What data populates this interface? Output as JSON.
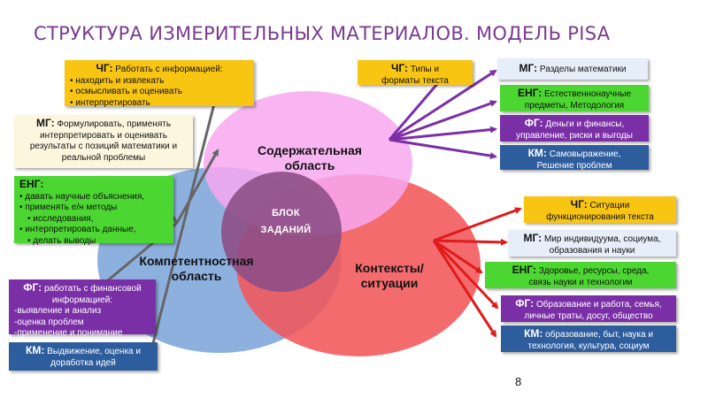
{
  "title": "СТРУКТУРА ИЗМЕРИТЕЛЬНЫХ МАТЕРИАЛОВ. МОДЕЛЬ  PISA",
  "page_number": "8",
  "areas": {
    "content": [
      "Содержательная",
      "область"
    ],
    "competence": [
      "Компетентностная",
      "область"
    ],
    "context": [
      "Контексты/",
      "ситуации"
    ],
    "core": [
      "БЛОК",
      "ЗАДАНИЙ"
    ]
  },
  "colors": {
    "title": "#7a3a8e",
    "content_circle": "#f7a8f0",
    "competence_circle": "#7ea5da",
    "context_circle": "#f2565a",
    "core_circle": "#8d4f86",
    "arrows_content": "#7b2fa7",
    "arrows_context": "#e01b1b",
    "arrows_competence": "#666666"
  },
  "left": {
    "chg": {
      "tag": "ЧГ:",
      "text": "Работать с информацией:",
      "items": [
        "находить и извлекать",
        "осмысливать и оценивать",
        "интерпретировать"
      ]
    },
    "mg": {
      "tag": "МГ:",
      "lines": [
        "Формулировать, применять",
        "интерпретировать и оценивать",
        "результаты с позиций математики и",
        "реальной проблемы"
      ]
    },
    "eng": {
      "tag": "ЕНГ:",
      "items": [
        "давать научные объяснения,",
        "применять е/н методы",
        "исследования,",
        "интерпретировать данные,",
        "делать выводы"
      ]
    },
    "fg": {
      "tag": "ФГ:",
      "text": "работать с финансовой",
      "lines": [
        "информацией:",
        "-выявление и анализ",
        "-оценка проблем",
        "-применение и понимание"
      ]
    },
    "km": {
      "tag": "КМ:",
      "text": "Выдвижение, оценка и",
      "line2": "доработка идей"
    }
  },
  "content_boxes": {
    "chg": {
      "tag": "ЧГ:",
      "text": "Типы и",
      "line2": "форматы текста"
    },
    "mg": {
      "tag": "МГ:",
      "text": "Разделы математики"
    },
    "eng": {
      "tag": "ЕНГ:",
      "text": "Естественнонаучные",
      "line2": "предметы, Методология"
    },
    "fg": {
      "tag": "ФГ:",
      "text": "Деньги и финансы,",
      "line2": "управление, риски и выгоды"
    },
    "km": {
      "tag": "КМ:",
      "text": "Самовыражение,",
      "line2": "Решение проблем"
    }
  },
  "context_boxes": {
    "chg": {
      "tag": "ЧГ:",
      "text": "Ситуации",
      "line2": "функционирования текста"
    },
    "mg": {
      "tag": "МГ:",
      "text": "Мир индивидуума, социума,",
      "line2": "образования и науки"
    },
    "eng": {
      "tag": "ЕНГ:",
      "text": "Здоровье, ресурсы, среда,",
      "line2": "связь науки и технологии"
    },
    "fg": {
      "tag": "ФГ:",
      "text": "Образование и работа, семья,",
      "line2": "личные траты, досуг, общество"
    },
    "km": {
      "tag": "КМ:",
      "text": "образование, быт, наука и",
      "line2": "технология, культура, социум"
    }
  }
}
